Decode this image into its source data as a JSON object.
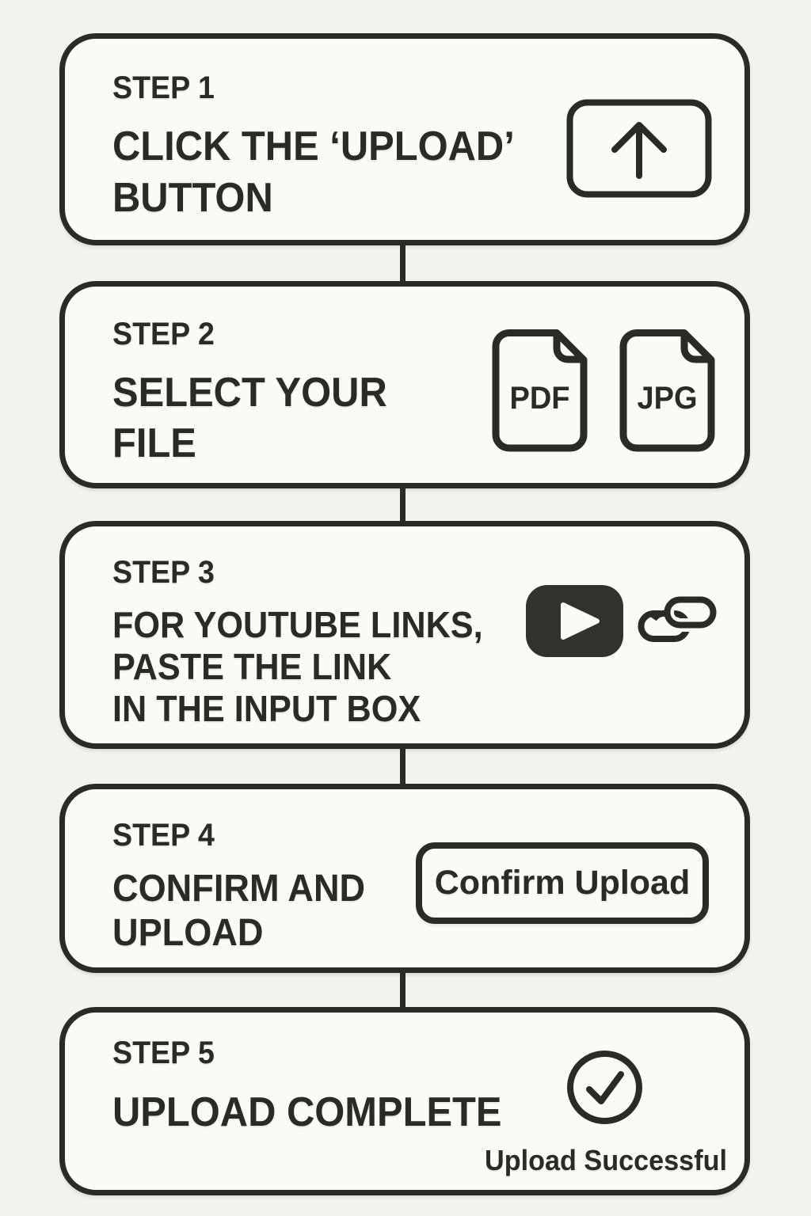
{
  "colors": {
    "page_bg": "#f4f2ee",
    "box_bg": "#fbfaf7",
    "ink": "#2b2a27",
    "youtube_fill": "#32312e"
  },
  "steps": [
    {
      "label": "STEP 1",
      "lines": [
        "CLICK THE ‘UPLOAD’",
        "BUTTON"
      ]
    },
    {
      "label": "STEP 2",
      "lines": [
        "SELECT YOUR",
        "FILE"
      ]
    },
    {
      "label": "STEP 3",
      "lines": [
        "FOR YOUTUBE LINKS,",
        "PASTE THE LINK",
        "IN THE INPUT BOX"
      ]
    },
    {
      "label": "STEP 4",
      "lines": [
        "CONFIRM AND",
        "UPLOAD"
      ]
    },
    {
      "label": "STEP 5",
      "lines": [
        "UPLOAD COMPLETE"
      ]
    }
  ],
  "file_badges": [
    {
      "label": "PDF"
    },
    {
      "label": "JPG"
    }
  ],
  "confirm_button": {
    "label": "Confirm Upload"
  },
  "status": {
    "label": "Upload Successful"
  },
  "icons": {
    "step1": "upload-arrow-icon",
    "step2": [
      "pdf-file-icon",
      "jpg-file-icon"
    ],
    "step3": [
      "youtube-play-icon",
      "link-icon"
    ],
    "step5": "check-circle-icon"
  }
}
